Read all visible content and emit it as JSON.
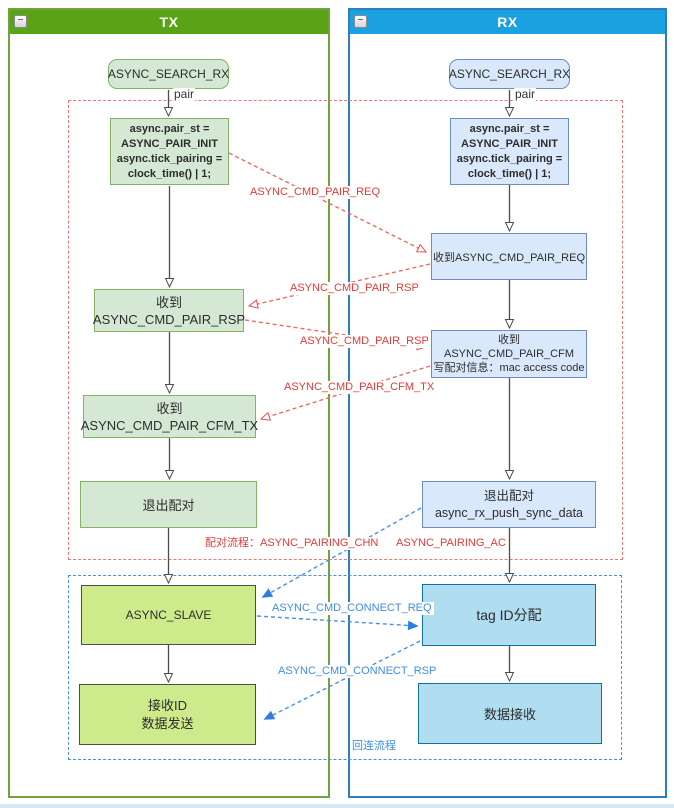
{
  "lanes": {
    "tx": {
      "title": "TX",
      "collapse_glyph": "−"
    },
    "rx": {
      "title": "RX",
      "collapse_glyph": "−"
    }
  },
  "tx": {
    "search": "ASYNC_SEARCH_RX",
    "pair": "pair",
    "init": [
      "async.pair_st =",
      "ASYNC_PAIR_INIT",
      "async.tick_pairing =",
      "clock_time() | 1;"
    ],
    "recv_rsp": [
      "收到",
      "ASYNC_CMD_PAIR_RSP"
    ],
    "recv_cfm_tx": [
      "收到",
      "ASYNC_CMD_PAIR_CFM_TX"
    ],
    "exit_pair": "退出配对",
    "slave": "ASYNC_SLAVE",
    "recv_id": [
      "接收ID",
      "数据发送"
    ]
  },
  "rx": {
    "search": "ASYNC_SEARCH_RX",
    "pair": "pair",
    "init": [
      "async.pair_st =",
      "ASYNC_PAIR_INIT",
      "async.tick_pairing =",
      "clock_time() | 1;"
    ],
    "recv_req": "收到ASYNC_CMD_PAIR_REQ",
    "recv_cfm": [
      "收到",
      "ASYNC_CMD_PAIR_CFM",
      "写配对信息：mac access code"
    ],
    "exit_pair": [
      "退出配对",
      "async_rx_push_sync_data"
    ],
    "tag_id": "tag ID分配",
    "data_recv": "数据接收"
  },
  "edge_labels": {
    "pair_req": "ASYNC_CMD_PAIR_REQ",
    "pair_rsp_1": "ASYNC_CMD_PAIR_RSP",
    "pair_rsp_2": "ASYNC_CMD_PAIR_RSP",
    "pair_cfm_tx": "ASYNC_CMD_PAIR_CFM_TX",
    "pairing_chn": "配对流程：ASYNC_PAIRING_CHN",
    "pairing_ac": "ASYNC_PAIRING_AC",
    "connect_req": "ASYNC_CMD_CONNECT_REQ",
    "connect_rsp": "ASYNC_CMD_CONNECT_RSP",
    "reconnect_flow": "回连流程"
  },
  "colors": {
    "tx_header": "#5aa316",
    "rx_header": "#1ba1e2",
    "tx_node_fill": "#d5e8d4",
    "tx_node_border": "#82b366",
    "rx_node_fill": "#dae8fc",
    "rx_node_border": "#6c8ebf",
    "tx_bottom_fill": "#cdeb8b",
    "rx_bottom_fill": "#b1ddf0",
    "pairing_accent": "#e03c3a",
    "reconnect_accent": "#3f8de4"
  }
}
